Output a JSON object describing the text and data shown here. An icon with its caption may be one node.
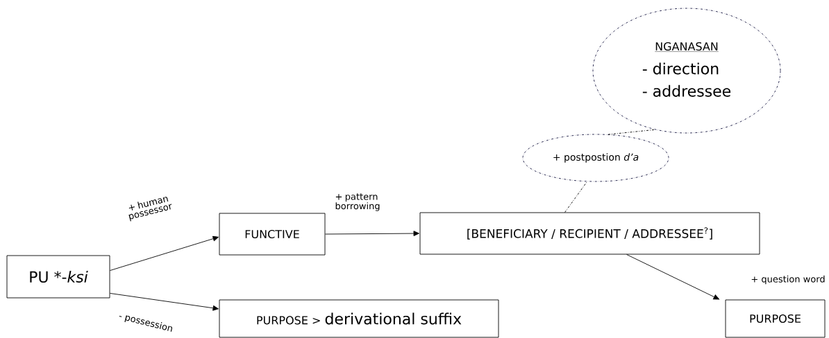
{
  "diagram": {
    "nodes": [
      {
        "text": [
          "PU *-*ksi*"
        ]
      },
      {
        "text": [
          "FUNCTIVE"
        ]
      },
      {
        "text": [
          "[BENEFICIARY / RECIPIENT / ADDRESSEE$^{?}$]"
        ]
      },
      {
        "text": [
          "PURPOSE >",
          "derivational suffix"
        ]
      },
      {
        "text": [
          "PURPOSE"
        ]
      },
      {
        "text": [
          "NGANASAN",
          "- direction",
          "- addressee"
        ]
      },
      {
        "text": [
          "+ postpostion *d’a*"
        ]
      }
    ],
    "edges": [
      {
        "from": 0,
        "to": 1,
        "arrow": "to",
        "label": "+ human possessor"
      },
      {
        "from": 0,
        "to": 3,
        "arrow": "to",
        "label": "- possession"
      },
      {
        "from": 1,
        "to": 2,
        "arrow": "to",
        "label": "+ pattern borrowing"
      },
      {
        "from": 2,
        "to": 4,
        "arrow": "to",
        "label": "+ question word"
      },
      {
        "from": 2,
        "to": 6,
        "arrow": "none",
        "style": "dashed"
      },
      {
        "from": 6,
        "to": 5,
        "arrow": "none",
        "style": "dashed"
      }
    ]
  }
}
